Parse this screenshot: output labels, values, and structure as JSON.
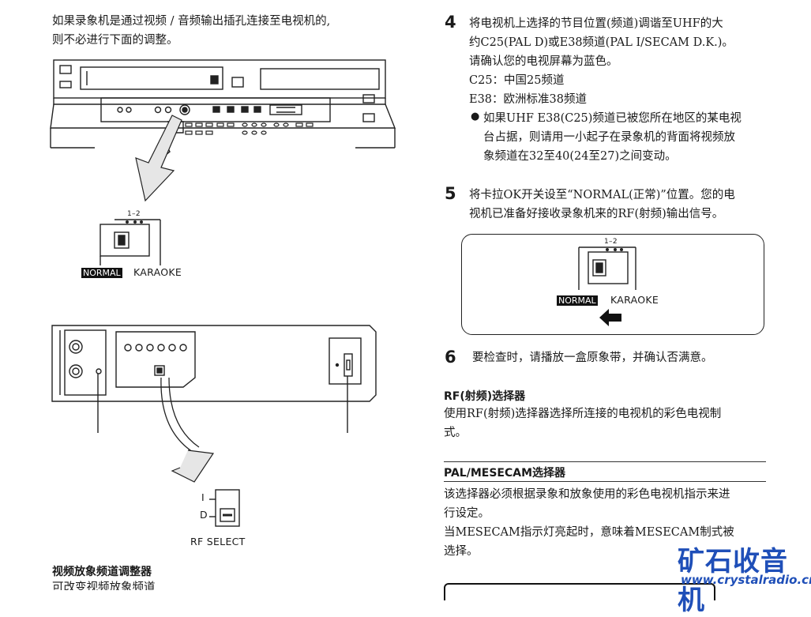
{
  "left": {
    "intro": [
      "如果录象机是通过视频 / 音频输出插孔连接至电视机的,",
      "则不必进行下面的调整。"
    ],
    "switch_top": {
      "tick": "1–2",
      "normal": "NORMAL",
      "karaoke": "KARAOKE"
    },
    "rf_select": {
      "i": "I",
      "d": "D",
      "label": "RF SELECT"
    },
    "section_title": "视频放象频道调整器",
    "section_cut": "可改变视频放象频道"
  },
  "right": {
    "step4": {
      "num": "4",
      "lines": [
        "将电视机上选择的节目位置(频道)调谐至UHF的大",
        "约C25(PAL D)或E38频道(PAL I/SECAM D.K.)。",
        "请确认您的电视屏幕为蓝色。",
        "C25：中国25频道",
        "E38：欧洲标准38频道"
      ],
      "bullet": "●",
      "bullet_lines": [
        "如果UHF E38(C25)频道已被您所在地区的某电视",
        "台占据，则请用一小起子在录象机的背面将视频放",
        "象频道在32至40(24至27)之间变动。"
      ]
    },
    "step5": {
      "num": "5",
      "lines": [
        "将卡拉OK开关设至“NORMAL(正常)”位置。您的电",
        "视机已准备好接收录象机来的RF(射频)输出信号。"
      ],
      "tick": "1–2",
      "normal": "NORMAL",
      "karaoke": "KARAOKE"
    },
    "step6": {
      "num": "6",
      "text": "要检查时，请播放一盒原象带，并确认否满意。"
    },
    "rf": {
      "title": "RF(射频)选择器",
      "lines": [
        "使用RF(射频)选择器选择所连接的电视机的彩色电视制",
        "式。"
      ]
    },
    "pal": {
      "title": "PAL/MESECAM选择器",
      "lines": [
        "该选择器必须根据录象和放象使用的彩色电视机指示来进",
        "行设定。",
        "当MESECAM指示灯亮起时，意味着MESECAM制式被",
        "选择。"
      ]
    }
  },
  "watermark": {
    "brand": "矿石收音机",
    "url": "www.crystalradio.cn"
  }
}
